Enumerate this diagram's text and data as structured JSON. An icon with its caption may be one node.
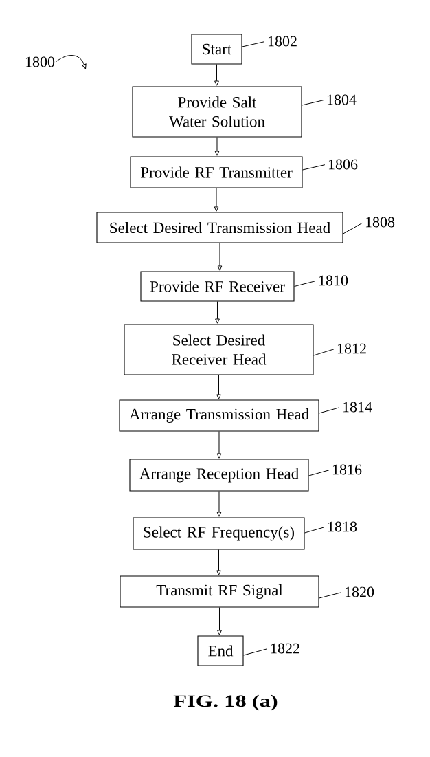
{
  "diagram": {
    "caption": "FIG. 18 (a)",
    "nodes": [
      {
        "text": [
          "1800"
        ]
      },
      {
        "text": [
          "Start"
        ]
      },
      {
        "text": [
          "1802"
        ]
      },
      {
        "text": [
          "Provide Salt Water Solution"
        ]
      },
      {
        "text": [
          "1804"
        ]
      },
      {
        "text": [
          "Provide RF Transmitter"
        ]
      },
      {
        "text": [
          "1806"
        ]
      },
      {
        "text": [
          "Select Desired Transmission Head"
        ]
      },
      {
        "text": [
          "1808"
        ]
      },
      {
        "text": [
          "Provide RF Receiver"
        ]
      },
      {
        "text": [
          "1810"
        ]
      },
      {
        "text": [
          "Select Desired Receiver Head"
        ]
      },
      {
        "text": [
          "1812"
        ]
      },
      {
        "text": [
          "Arrange Transmission Head"
        ]
      },
      {
        "text": [
          "1814"
        ]
      },
      {
        "text": [
          "Arrange Reception Head"
        ]
      },
      {
        "text": [
          "1816"
        ]
      },
      {
        "text": [
          "Select RF Frequency(s)"
        ]
      },
      {
        "text": [
          "1818"
        ]
      },
      {
        "text": [
          "Transmit RF Signal"
        ]
      },
      {
        "text": [
          "1820"
        ]
      },
      {
        "text": [
          "End"
        ]
      },
      {
        "text": [
          "1822"
        ]
      }
    ],
    "edges": [
      {
        "from": 1,
        "to": 3,
        "arrow": "to"
      },
      {
        "from": 3,
        "to": 5,
        "arrow": "to"
      },
      {
        "from": 5,
        "to": 7,
        "arrow": "to"
      },
      {
        "from": 7,
        "to": 9,
        "arrow": "to"
      },
      {
        "from": 9,
        "to": 11,
        "arrow": "to"
      },
      {
        "from": 11,
        "to": 13,
        "arrow": "to"
      },
      {
        "from": 13,
        "to": 15,
        "arrow": "to"
      },
      {
        "from": 15,
        "to": 17,
        "arrow": "to"
      },
      {
        "from": 17,
        "to": 19,
        "arrow": "to"
      },
      {
        "from": 19,
        "to": 21,
        "arrow": "to"
      },
      {
        "from": 2,
        "to": 1,
        "arrow": "none"
      },
      {
        "from": 4,
        "to": 3,
        "arrow": "none"
      },
      {
        "from": 6,
        "to": 5,
        "arrow": "none"
      },
      {
        "from": 8,
        "to": 7,
        "arrow": "none"
      },
      {
        "from": 10,
        "to": 9,
        "arrow": "none"
      },
      {
        "from": 12,
        "to": 11,
        "arrow": "none"
      },
      {
        "from": 14,
        "to": 13,
        "arrow": "none"
      },
      {
        "from": 16,
        "to": 15,
        "arrow": "none"
      },
      {
        "from": 18,
        "to": 17,
        "arrow": "none"
      },
      {
        "from": 20,
        "to": 19,
        "arrow": "none"
      },
      {
        "from": 22,
        "to": 21,
        "arrow": "none"
      },
      {
        "from": 0,
        "to": null,
        "arrow": "to"
      }
    ]
  }
}
